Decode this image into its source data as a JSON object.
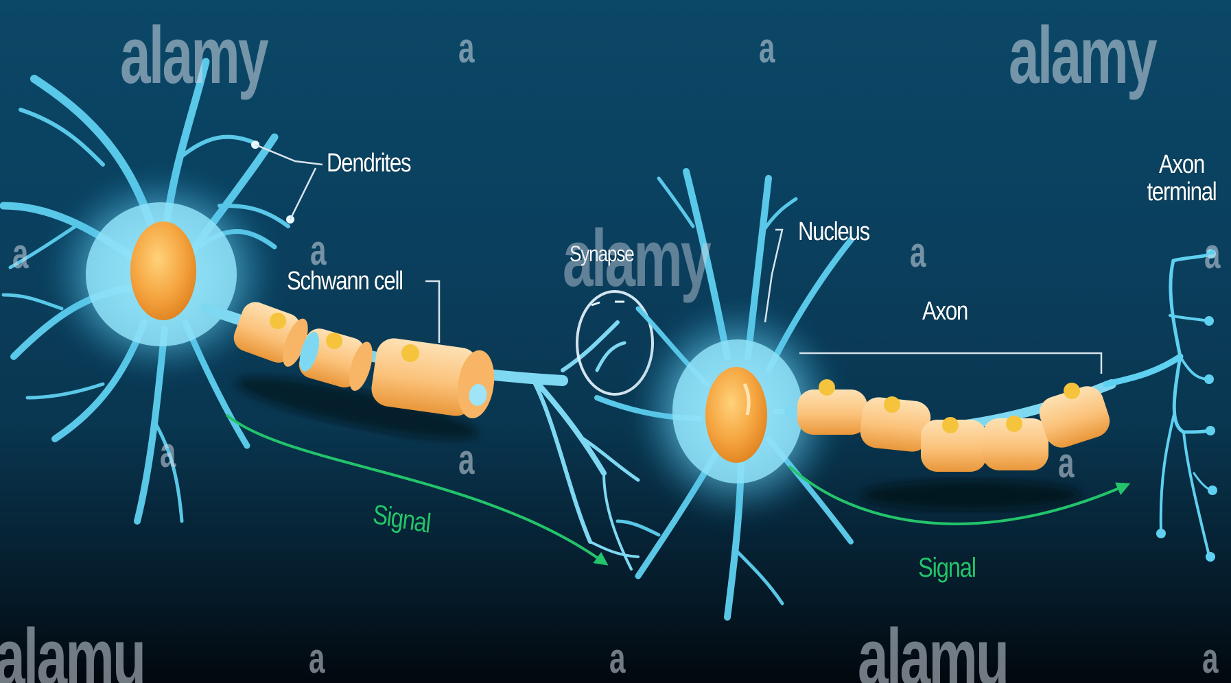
{
  "labels": {
    "dendrites": "Dendrites",
    "schwann_cell": "Schwann cell",
    "synapse": "Synapse",
    "nucleus": "Nucleus",
    "axon": "Axon",
    "axon_terminal_line1": "Axon",
    "axon_terminal_line2": "terminal",
    "signal_left": "Signal",
    "signal_right": "Signal"
  },
  "watermark": {
    "brand": "alamy",
    "brand_cut": "alamu",
    "mark": "a"
  },
  "colors": {
    "background_top": "#0b4767",
    "background_bottom": "#02080d",
    "neuron_cyan": "#5fd0f0",
    "nucleus_orange": "#f5a540",
    "myelin_orange": "#fbc27a",
    "signal_green": "#23c46b",
    "label_white": "#ffffff"
  }
}
